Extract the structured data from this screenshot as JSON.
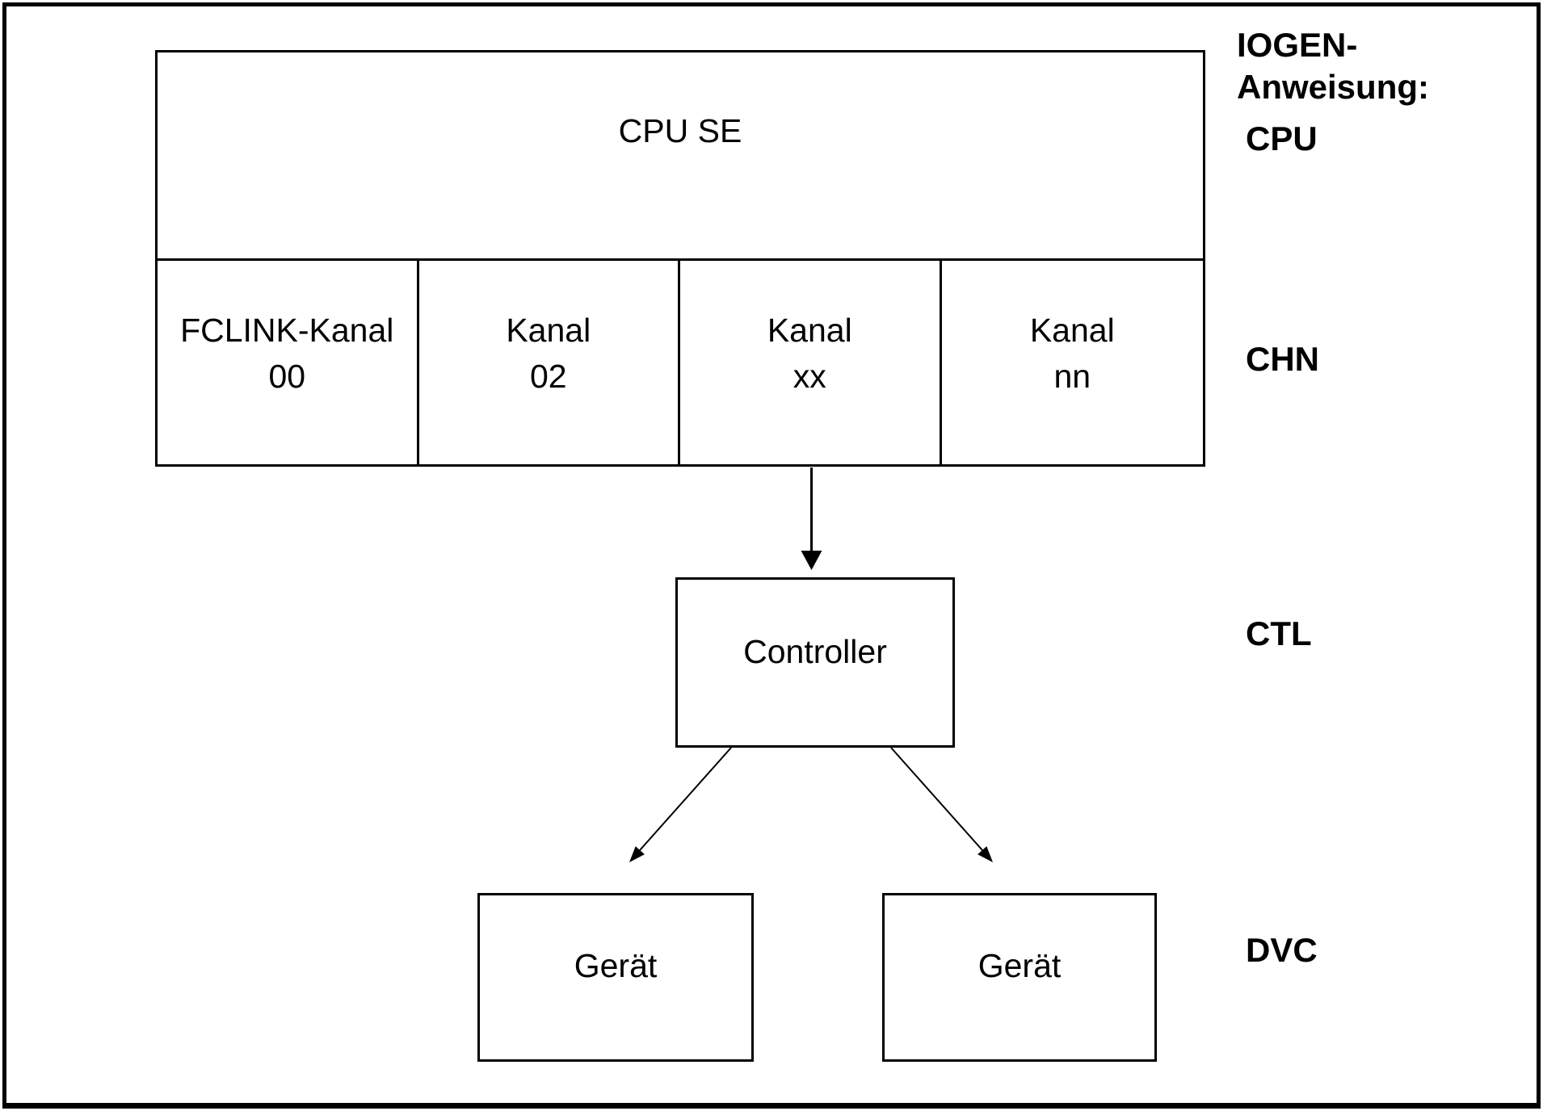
{
  "side_labels": {
    "heading_line1": "IOGEN-",
    "heading_line2": "Anweisung:",
    "cpu": "CPU",
    "chn": "CHN",
    "ctl": "CTL",
    "dvc": "DVC"
  },
  "cpu_box": {
    "label": "CPU SE"
  },
  "channels": [
    {
      "line1": "FCLINK-Kanal",
      "line2": "00"
    },
    {
      "line1": "Kanal",
      "line2": "02"
    },
    {
      "line1": "Kanal",
      "line2": "xx"
    },
    {
      "line1": "Kanal",
      "line2": "nn"
    }
  ],
  "controller": {
    "label": "Controller"
  },
  "devices": [
    {
      "label": "Gerät"
    },
    {
      "label": "Gerät"
    }
  ],
  "colors": {
    "line": "#000000",
    "background": "#ffffff",
    "text": "#000000"
  }
}
